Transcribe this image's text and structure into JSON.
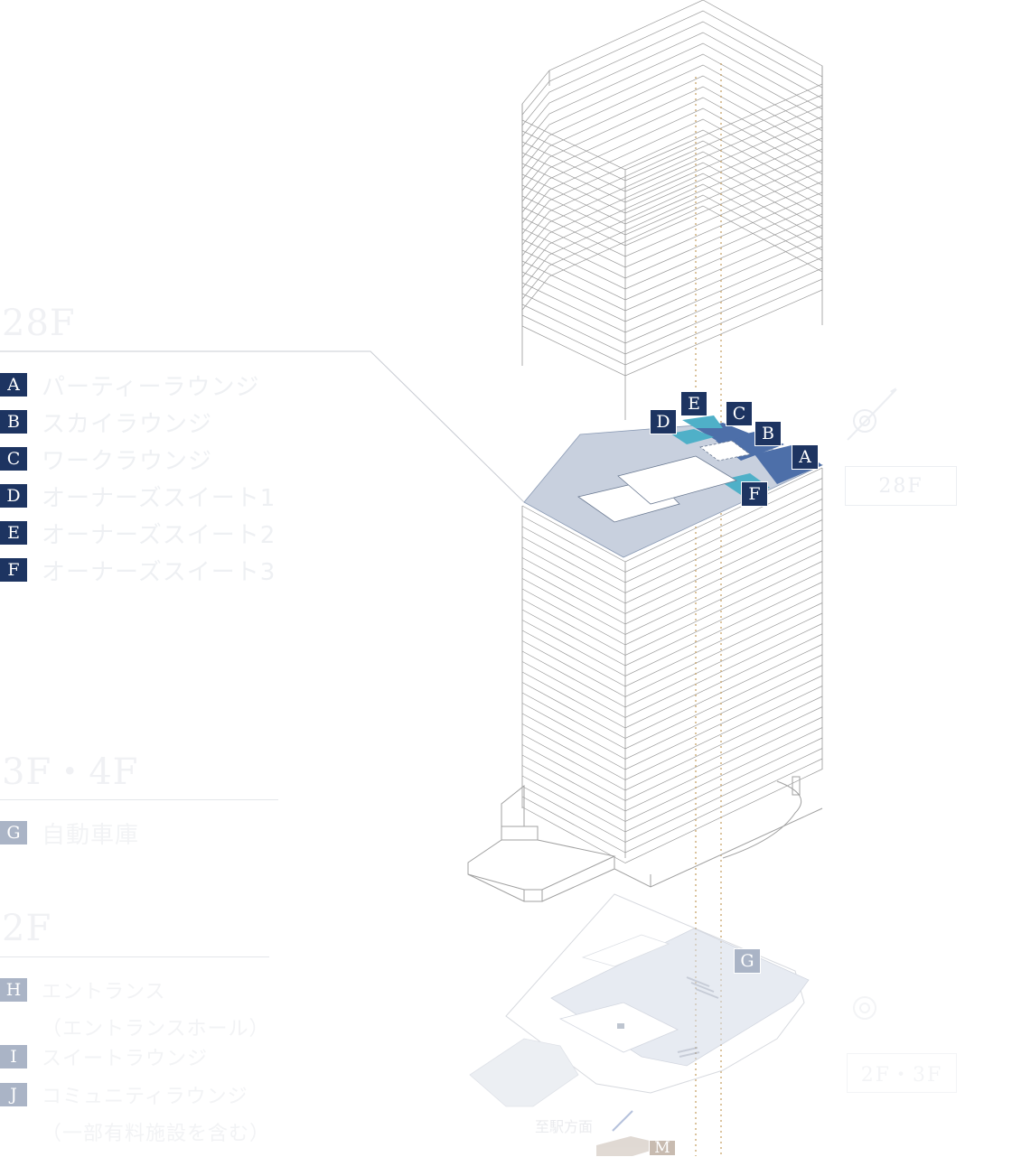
{
  "colors": {
    "navy": "#1d3461",
    "pale_badge": "#aab4c6",
    "floor_slab": "#c8d0de",
    "room_mid": "#4d6fa9",
    "room_cyan": "#4fb0c8",
    "faint_text": "#f0f1f4",
    "line": "#8a8a8a"
  },
  "sections": [
    {
      "id": "floor28",
      "title": "28F",
      "items": [
        {
          "key": "A",
          "label": "パーティーラウンジ"
        },
        {
          "key": "B",
          "label": "スカイラウンジ"
        },
        {
          "key": "C",
          "label": "ワークラウンジ"
        },
        {
          "key": "D",
          "label": "オーナーズスイート1"
        },
        {
          "key": "E",
          "label": "オーナーズスイート2"
        },
        {
          "key": "F",
          "label": "オーナーズスイート3"
        }
      ]
    },
    {
      "id": "floor3_4",
      "title": "3F・4F",
      "items": [
        {
          "key": "G",
          "label": "自動車庫"
        }
      ]
    },
    {
      "id": "floor2",
      "title": "2F",
      "items": [
        {
          "key": "H",
          "label": "エントランス",
          "label2": "（エントランスホール）"
        },
        {
          "key": "I",
          "label": "スイートラウンジ"
        },
        {
          "key": "J",
          "label": "コミュニティラウンジ",
          "label2": "（一部有料施設を含む）"
        }
      ]
    }
  ],
  "map_badges": {
    "A": "A",
    "B": "B",
    "C": "C",
    "D": "D",
    "E": "E",
    "F": "F",
    "G": "G",
    "M": "M"
  },
  "floor_indicators": {
    "upper": "28F",
    "lower": "2F・3F"
  },
  "street_label": "至駅方面"
}
